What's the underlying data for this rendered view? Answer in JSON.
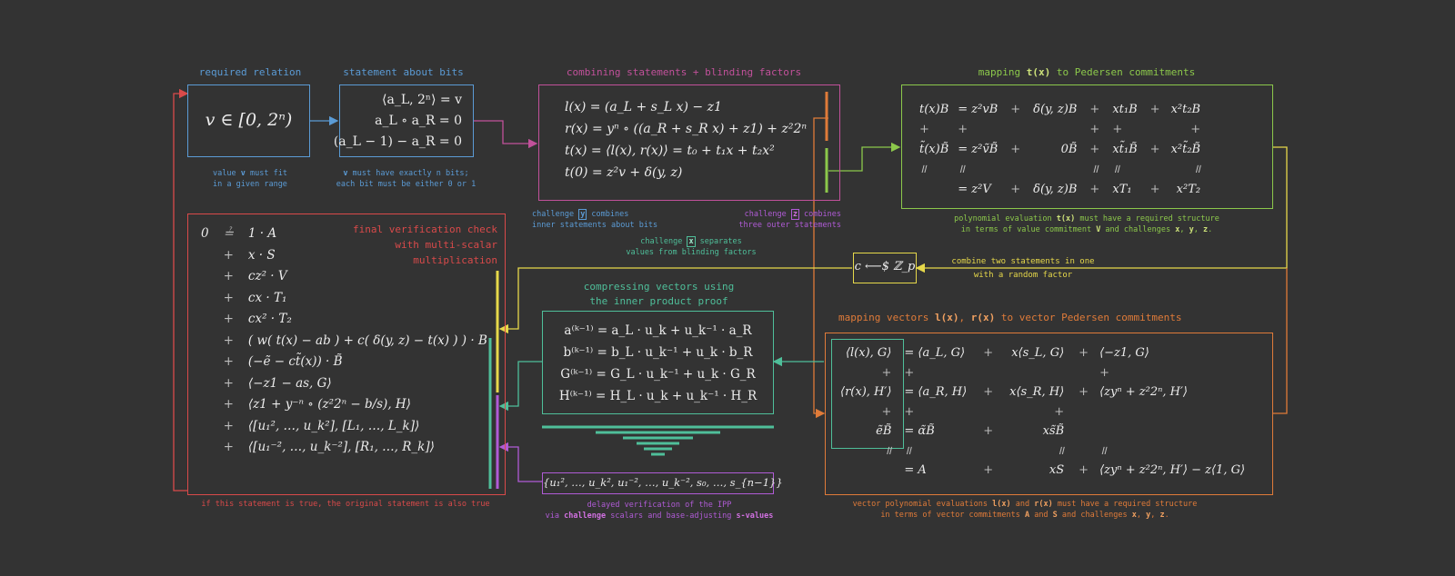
{
  "titles": {
    "required_relation": "required relation",
    "statement_bits": "statement about bits",
    "combining": "combining statements + blinding factors",
    "mapping_t_pre": "mapping ",
    "mapping_t_bold": "t(x)",
    "mapping_t_post": " to Pedersen commitments",
    "final_check_1": "final verification check",
    "final_check_2": "with multi-scalar",
    "final_check_3": "multiplication",
    "compress_1": "compressing vectors using",
    "compress_2": "the inner product proof",
    "mapping_lr_pre": "mapping vectors ",
    "mapping_lr_l": "l(x)",
    "mapping_lr_mid": ", ",
    "mapping_lr_r": "r(x)",
    "mapping_lr_post": " to vector Pedersen commitments"
  },
  "notes": {
    "range_1_pre": "value ",
    "range_1_b": "v",
    "range_1_post": " must fit",
    "range_2": "in a given range",
    "bits_1_b": "v",
    "bits_1_post": " must have exactly n bits;",
    "bits_2": "each bit must be either 0 or 1",
    "chal_y_pre": "challenge ",
    "chal_y_b": "y",
    "chal_y_post": " combines",
    "chal_y_2": "inner statements about bits",
    "chal_z_pre": "challenge ",
    "chal_z_b": "z",
    "chal_z_post": " combines",
    "chal_z_2": "three outer statements",
    "chal_x_pre": "challenge ",
    "chal_x_b": "x",
    "chal_x_post": " separates",
    "chal_x_2": "values from blinding factors",
    "poly_1_pre": "polynomial evaluation ",
    "poly_1_b": "t(x)",
    "poly_1_post": " must have a required structure",
    "poly_2_pre": "in terms of value commitment ",
    "poly_2_b1": "V",
    "poly_2_mid": " and challenges ",
    "poly_2_b2": "x",
    "poly_2_s1": ", ",
    "poly_2_b3": "y",
    "poly_2_s2": ", ",
    "poly_2_b4": "z",
    "poly_2_end": ".",
    "combine_1": "combine two statements in one",
    "combine_2": "with a random factor",
    "final_true": "if this statement is true, the original statement is also true",
    "ipp_1": "delayed verification of the IPP",
    "ipp_2_pre": "via ",
    "ipp_2_b1": "challenge",
    "ipp_2_mid": " scalars and base-adjusting ",
    "ipp_2_b2": "s-values",
    "vec_1_pre": "vector polynomial evaluations ",
    "vec_1_b1": "l(x)",
    "vec_1_mid": " and ",
    "vec_1_b2": "r(x)",
    "vec_1_post": " must have a required structure",
    "vec_2_pre": "in terms of vector commitments ",
    "vec_2_b1": "A",
    "vec_2_mid": " and ",
    "vec_2_b2": "S",
    "vec_2_mid2": " and challenges ",
    "vec_2_b3": "x",
    "vec_2_s1": ", ",
    "vec_2_b4": "y",
    "vec_2_s2": ", ",
    "vec_2_b5": "z",
    "vec_2_end": "."
  },
  "math": {
    "range": "v ∈ [0, 2ⁿ)",
    "bits": [
      "⟨a_L, 2ⁿ⟩ = v",
      "a_L ∘ a_R = 0",
      "(a_L − 1) − a_R = 0"
    ],
    "combining": [
      "l(x) = (a_L + s_L x) − z1",
      "r(x) = yⁿ ∘ ((a_R + s_R x) + z1) + z²2ⁿ",
      "t(x) = ⟨l(x), r(x)⟩ = t₀ + t₁x + t₂x²",
      "t(0) = z²v + δ(y, z)"
    ],
    "pedersen": [
      [
        "t(x)B",
        "= z²vB",
        "+",
        "δ(y, z)B",
        "+",
        "xt₁B",
        "+",
        "x²t₂B"
      ],
      [
        "+",
        "+",
        "",
        "",
        "+",
        "+",
        "",
        "+"
      ],
      [
        "t̃(x)B̃",
        "= z²ṽB̃",
        "+",
        "0B̃",
        "+",
        "xt̃₁B̃",
        "+",
        "x²t̃₂B̃"
      ],
      [
        "॥",
        "॥",
        "",
        "",
        "॥",
        "॥",
        "",
        "॥"
      ],
      [
        "",
        "= z²V",
        "+",
        "δ(y, z)B",
        "+",
        "xT₁",
        "+",
        "x²T₂"
      ]
    ],
    "challenge": "c ⟵$ ℤ_p",
    "final": [
      [
        "0",
        "≟",
        "1 · A"
      ],
      [
        "",
        "+",
        "x · S"
      ],
      [
        "",
        "+",
        "cz² · V"
      ],
      [
        "",
        "+",
        "cx · T₁"
      ],
      [
        "",
        "+",
        "cx² · T₂"
      ],
      [
        "",
        "+",
        "( w( t(x) − ab ) + c( δ(y, z) − t(x) ) ) · B"
      ],
      [
        "",
        "+",
        "(−ẽ − ct̃(x)) · B̃"
      ],
      [
        "",
        "+",
        "⟨−z1 − as, G⟩"
      ],
      [
        "",
        "+",
        "⟨z1 + y⁻ⁿ ∘ (z²2ⁿ − b/s), H⟩"
      ],
      [
        "",
        "+",
        "⟨[u₁², …, u_k²], [L₁, …, L_k]⟩"
      ],
      [
        "",
        "+",
        "⟨[u₁⁻², …, u_k⁻²], [R₁, …, R_k]⟩"
      ]
    ],
    "ipp": [
      "a⁽ᵏ⁻¹⁾ = a_L · u_k + u_k⁻¹ · a_R",
      "b⁽ᵏ⁻¹⁾ = b_L · u_k⁻¹ + u_k · b_R",
      "G⁽ᵏ⁻¹⁾ = G_L · u_k⁻¹ + u_k · G_R",
      "H⁽ᵏ⁻¹⁾ = H_L · u_k + u_k⁻¹ · H_R"
    ],
    "svalues": "{u₁², …, u_k², u₁⁻², …, u_k⁻², s₀, …, s_{n−1}}",
    "vector": [
      [
        "⟨l(x), G⟩",
        "= ⟨a_L, G⟩",
        "+",
        "x⟨s_L, G⟩",
        "+",
        "⟨−z1, G⟩"
      ],
      [
        "+",
        "+",
        "",
        "",
        "",
        "+"
      ],
      [
        "⟨r(x), H′⟩",
        "= ⟨a_R, H⟩",
        "+",
        "x⟨s_R, H⟩",
        "+",
        "⟨zyⁿ + z²2ⁿ, H′⟩"
      ],
      [
        "+",
        "+",
        "",
        "+",
        "",
        ""
      ],
      [
        "ẽB̃",
        "= α̃B̃",
        "+",
        "xs̃B̃",
        "",
        ""
      ],
      [
        "॥",
        "॥",
        "",
        "॥",
        "",
        "॥"
      ],
      [
        "",
        "= A",
        "+",
        "xS",
        "+",
        "⟨zyⁿ + z²2ⁿ, H′⟩ − z⟨1, G⟩"
      ]
    ]
  },
  "colors": {
    "background": "#333333",
    "blue": "#5b9bd5",
    "magenta": "#c1519a",
    "green": "#8cc84b",
    "orange": "#e07b39",
    "red": "#d94a4a",
    "teal": "#4fbf9a",
    "yellow": "#e6d84a",
    "purple": "#b05bd6"
  }
}
